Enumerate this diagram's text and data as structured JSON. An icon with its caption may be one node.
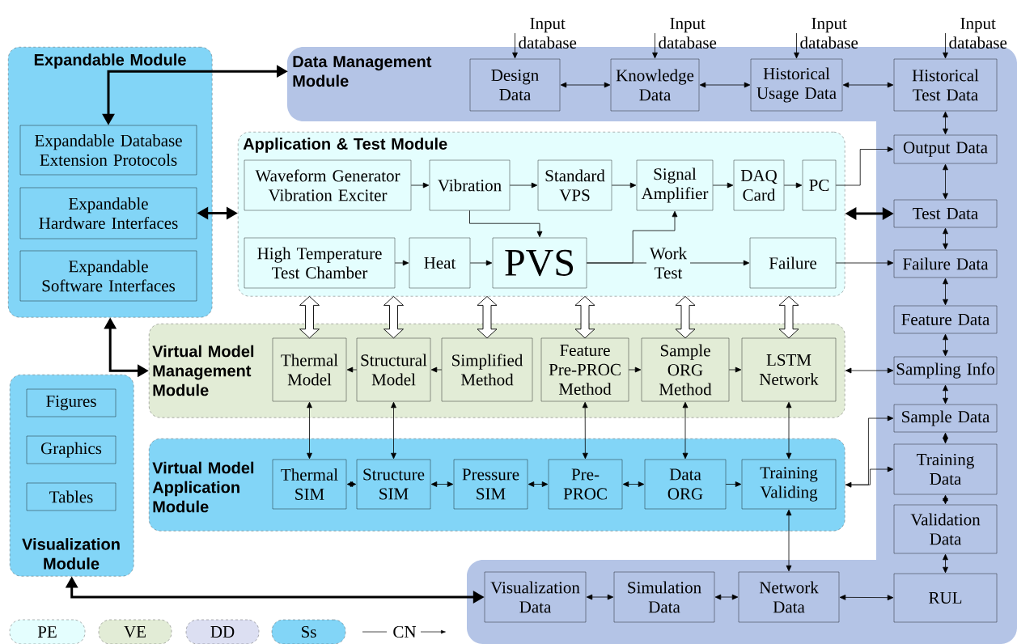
{
  "diagram": {
    "nodes": [
      {
        "text": [
          "Expandable Module"
        ]
      },
      {
        "text": [
          "Expandable Database Extension Protocols"
        ],
        "in": 0
      },
      {
        "text": [
          "Expandable Hardware Interfaces"
        ],
        "in": 0
      },
      {
        "text": [
          "Expandable Software Interfaces"
        ],
        "in": 0
      },
      {
        "text": [
          "Data Management Module"
        ]
      },
      {
        "text": [
          "Design Data"
        ],
        "in": 4
      },
      {
        "text": [
          "Knowledge Data"
        ],
        "in": 4
      },
      {
        "text": [
          "Historical Usage Data"
        ],
        "in": 4
      },
      {
        "text": [
          "Historical Test Data"
        ],
        "in": 4
      },
      {
        "text": [
          "Output Data"
        ],
        "in": 4
      },
      {
        "text": [
          "Test Data"
        ],
        "in": 4
      },
      {
        "text": [
          "Failure Data"
        ],
        "in": 4
      },
      {
        "text": [
          "Feature Data"
        ],
        "in": 4
      },
      {
        "text": [
          "Sampling Info"
        ],
        "in": 4
      },
      {
        "text": [
          "Sample Data"
        ],
        "in": 4
      },
      {
        "text": [
          "Training Data"
        ],
        "in": 4
      },
      {
        "text": [
          "Validation Data"
        ],
        "in": 4
      },
      {
        "text": [
          "RUL"
        ],
        "in": 4
      },
      {
        "text": [
          "Visualization Data"
        ],
        "in": 4
      },
      {
        "text": [
          "Simulation Data"
        ],
        "in": 4
      },
      {
        "text": [
          "Network Data"
        ],
        "in": 4
      },
      {
        "text": [
          "Application & Test Module"
        ]
      },
      {
        "text": [
          "Waveform Generator Vibration Exciter"
        ],
        "in": 21
      },
      {
        "text": [
          "Vibration"
        ],
        "in": 21
      },
      {
        "text": [
          "Standard VPS"
        ],
        "in": 21
      },
      {
        "text": [
          "Signal Amplifier"
        ],
        "in": 21
      },
      {
        "text": [
          "DAQ Card"
        ],
        "in": 21
      },
      {
        "text": [
          "PC"
        ],
        "in": 21
      },
      {
        "text": [
          "High Temperature Test Chamber"
        ],
        "in": 21
      },
      {
        "text": [
          "Heat"
        ],
        "in": 21
      },
      {
        "text": [
          "PVS"
        ],
        "in": 21
      },
      {
        "text": [
          "Failure"
        ],
        "in": 21
      },
      {
        "text": [
          "Virtual Model Management Module"
        ]
      },
      {
        "text": [
          "Thermal Model"
        ],
        "in": 32
      },
      {
        "text": [
          "Structural Model"
        ],
        "in": 32
      },
      {
        "text": [
          "Simplified Method"
        ],
        "in": 32
      },
      {
        "text": [
          "Feature Pre-PROC Method"
        ],
        "in": 32
      },
      {
        "text": [
          "Sample ORG Method"
        ],
        "in": 32
      },
      {
        "text": [
          "LSTM Network"
        ],
        "in": 32
      },
      {
        "text": [
          "Virtual Model Application Module"
        ]
      },
      {
        "text": [
          "Thermal SIM"
        ],
        "in": 39
      },
      {
        "text": [
          "Structure SIM"
        ],
        "in": 39
      },
      {
        "text": [
          "Pressure SIM"
        ],
        "in": 39
      },
      {
        "text": [
          "Pre-PROC"
        ],
        "in": 39
      },
      {
        "text": [
          "Data ORG"
        ],
        "in": 39
      },
      {
        "text": [
          "Training Validing"
        ],
        "in": 39
      },
      {
        "text": [
          "Visualization Module"
        ]
      },
      {
        "text": [
          "Figures"
        ],
        "in": 46
      },
      {
        "text": [
          "Graphics"
        ],
        "in": 46
      },
      {
        "text": [
          "Tables"
        ],
        "in": 46
      },
      {
        "text": [
          "Input database"
        ]
      },
      {
        "text": [
          "Input database"
        ]
      },
      {
        "text": [
          "Input database"
        ]
      },
      {
        "text": [
          "Input database"
        ]
      }
    ],
    "edges": [
      {
        "from": 50,
        "to": 5,
        "arrow": "to"
      },
      {
        "from": 51,
        "to": 6,
        "arrow": "to"
      },
      {
        "from": 52,
        "to": 7,
        "arrow": "to"
      },
      {
        "from": 53,
        "to": 8,
        "arrow": "to"
      },
      {
        "from": 5,
        "to": 6,
        "arrow": "both"
      },
      {
        "from": 6,
        "to": 7,
        "arrow": "both"
      },
      {
        "from": 7,
        "to": 8,
        "arrow": "both"
      },
      {
        "from": 8,
        "to": 9,
        "arrow": "both"
      },
      {
        "from": 9,
        "to": 10,
        "arrow": "both"
      },
      {
        "from": 10,
        "to": 11,
        "arrow": "both"
      },
      {
        "from": 11,
        "to": 12,
        "arrow": "both"
      },
      {
        "from": 12,
        "to": 13,
        "arrow": "both"
      },
      {
        "from": 13,
        "to": 14,
        "arrow": "both"
      },
      {
        "from": 14,
        "to": 15,
        "arrow": "both"
      },
      {
        "from": 15,
        "to": 16,
        "arrow": "both"
      },
      {
        "from": 16,
        "to": 17,
        "arrow": "both"
      },
      {
        "from": 20,
        "to": 17,
        "arrow": "both"
      },
      {
        "from": 19,
        "to": 20,
        "arrow": "both"
      },
      {
        "from": 18,
        "to": 19,
        "arrow": "both"
      },
      {
        "from": 1,
        "to": 4,
        "arrow": "both",
        "style": "thick"
      },
      {
        "from": 2,
        "to": 21,
        "arrow": "both",
        "style": "thick"
      },
      {
        "from": 0,
        "to": 32,
        "arrow": "both",
        "style": "thick"
      },
      {
        "from": 46,
        "to": 18,
        "arrow": "both",
        "style": "thick"
      },
      {
        "from": 21,
        "to": 10,
        "arrow": "both",
        "style": "thick"
      },
      {
        "from": 22,
        "to": 23,
        "arrow": "to"
      },
      {
        "from": 23,
        "to": 24,
        "arrow": "to"
      },
      {
        "from": 24,
        "to": 25,
        "arrow": "to"
      },
      {
        "from": 25,
        "to": 26,
        "arrow": "to"
      },
      {
        "from": 26,
        "to": 27,
        "arrow": "to"
      },
      {
        "from": 27,
        "to": 9,
        "arrow": "to"
      },
      {
        "from": 23,
        "to": 30,
        "arrow": "to"
      },
      {
        "from": 28,
        "to": 29,
        "arrow": "to"
      },
      {
        "from": 29,
        "to": 30,
        "arrow": "to"
      },
      {
        "from": 30,
        "to": 31,
        "arrow": "to",
        "label": "Work Test"
      },
      {
        "from": 30,
        "to": 25,
        "arrow": "to"
      },
      {
        "from": 31,
        "to": 11,
        "arrow": "to"
      },
      {
        "from": 21,
        "to": 33,
        "arrow": "both"
      },
      {
        "from": 21,
        "to": 34,
        "arrow": "both"
      },
      {
        "from": 21,
        "to": 35,
        "arrow": "both"
      },
      {
        "from": 21,
        "to": 36,
        "arrow": "both"
      },
      {
        "from": 21,
        "to": 37,
        "arrow": "both"
      },
      {
        "from": 21,
        "to": 38,
        "arrow": "both"
      },
      {
        "from": 34,
        "to": 33,
        "arrow": "to"
      },
      {
        "from": 35,
        "to": 34,
        "arrow": "to"
      },
      {
        "from": 36,
        "to": 37,
        "arrow": "to"
      },
      {
        "from": 37,
        "to": 38,
        "arrow": "to"
      },
      {
        "from": 33,
        "to": 40,
        "arrow": "both"
      },
      {
        "from": 34,
        "to": 41,
        "arrow": "both"
      },
      {
        "from": 36,
        "to": 43,
        "arrow": "both"
      },
      {
        "from": 37,
        "to": 44,
        "arrow": "both"
      },
      {
        "from": 38,
        "to": 45,
        "arrow": "both"
      },
      {
        "from": 40,
        "to": 41,
        "arrow": "both"
      },
      {
        "from": 41,
        "to": 42,
        "arrow": "both"
      },
      {
        "from": 42,
        "to": 43,
        "arrow": "both"
      },
      {
        "from": 43,
        "to": 44,
        "arrow": "both"
      },
      {
        "from": 44,
        "to": 45,
        "arrow": "to"
      },
      {
        "from": 45,
        "to": 20,
        "arrow": "both"
      },
      {
        "from": 32,
        "to": 13,
        "arrow": "both"
      },
      {
        "from": 39,
        "to": 14,
        "arrow": "both"
      },
      {
        "from": 39,
        "to": 15,
        "arrow": "to"
      }
    ],
    "legend": [
      {
        "text": "PE",
        "color": "#e4fefe"
      },
      {
        "text": "VE",
        "color": "#e2ecd6"
      },
      {
        "text": "DD",
        "color": "#dcdff2"
      },
      {
        "text": "Ss",
        "color": "#82d5f7"
      },
      {
        "text": "CN"
      }
    ]
  }
}
